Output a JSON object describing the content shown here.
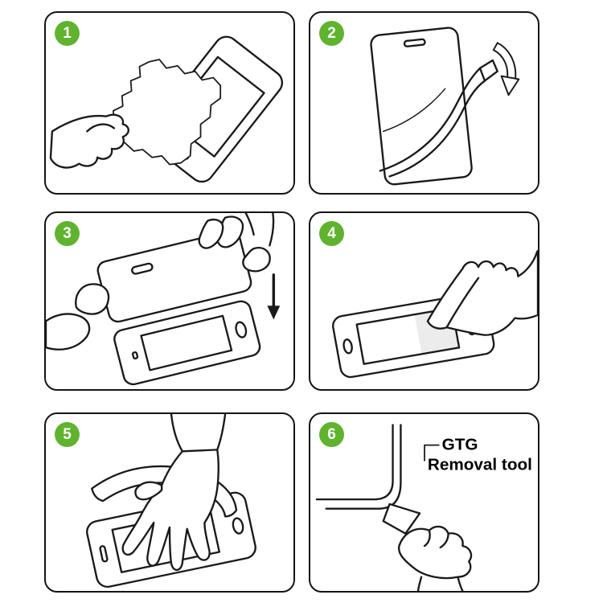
{
  "colors": {
    "badge": "#5fb32f",
    "line": "#1a1a1a",
    "background": "#ffffff",
    "panel_border": "#141414"
  },
  "steps": [
    {
      "number": "1",
      "illustration": "wipe-screen-with-cloth"
    },
    {
      "number": "2",
      "illustration": "peel-backing-film"
    },
    {
      "number": "3",
      "illustration": "align-protector-over-phone"
    },
    {
      "number": "4",
      "illustration": "press-screen-center-with-finger"
    },
    {
      "number": "5",
      "illustration": "smooth-out-film"
    },
    {
      "number": "6",
      "illustration": "use-removal-tool",
      "label_line1": "GTG",
      "label_line2": "Removal tool"
    }
  ]
}
